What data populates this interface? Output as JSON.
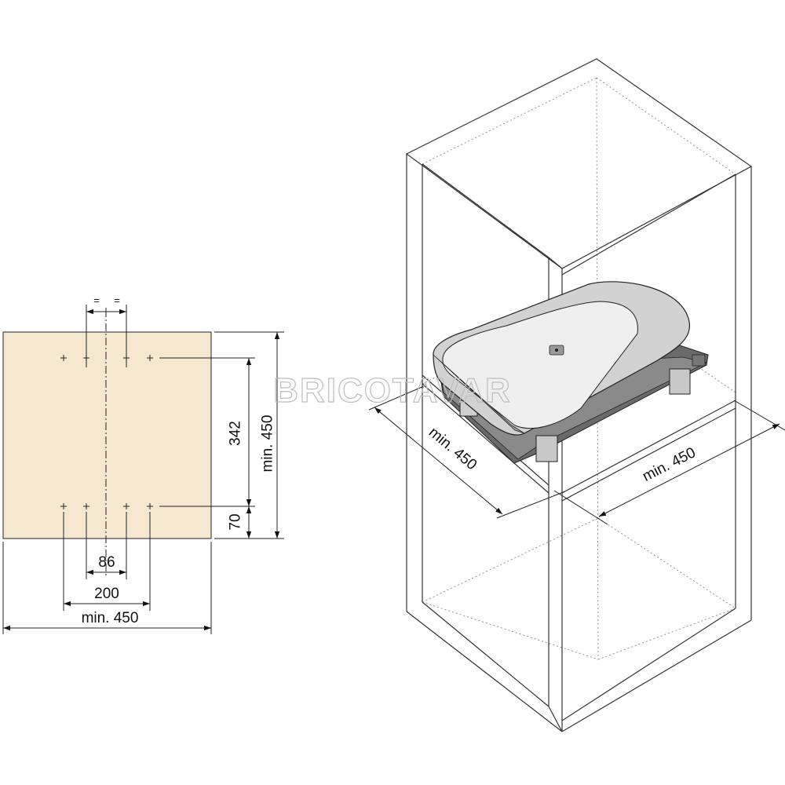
{
  "colors": {
    "panel_fill": "#f6e8d0",
    "line": "#222222",
    "board_fill": "#d4d4d4",
    "board_top": "#eeeeee",
    "frame_fill": "#5a5a5a",
    "watermark": "#bdbdbd"
  },
  "elevation_view": {
    "equal_marks": [
      "=",
      "="
    ],
    "dims": {
      "hole_spacing_vertical": "342",
      "bottom_offset": "70",
      "panel_height": "min. 450",
      "hole_spacing_inner": "86",
      "hole_spacing_outer": "200",
      "panel_width": "min. 450"
    }
  },
  "cabinet_view": {
    "dims": {
      "depth": "min. 450",
      "width": "min. 450"
    }
  },
  "watermark": "BRICOTAVAR"
}
